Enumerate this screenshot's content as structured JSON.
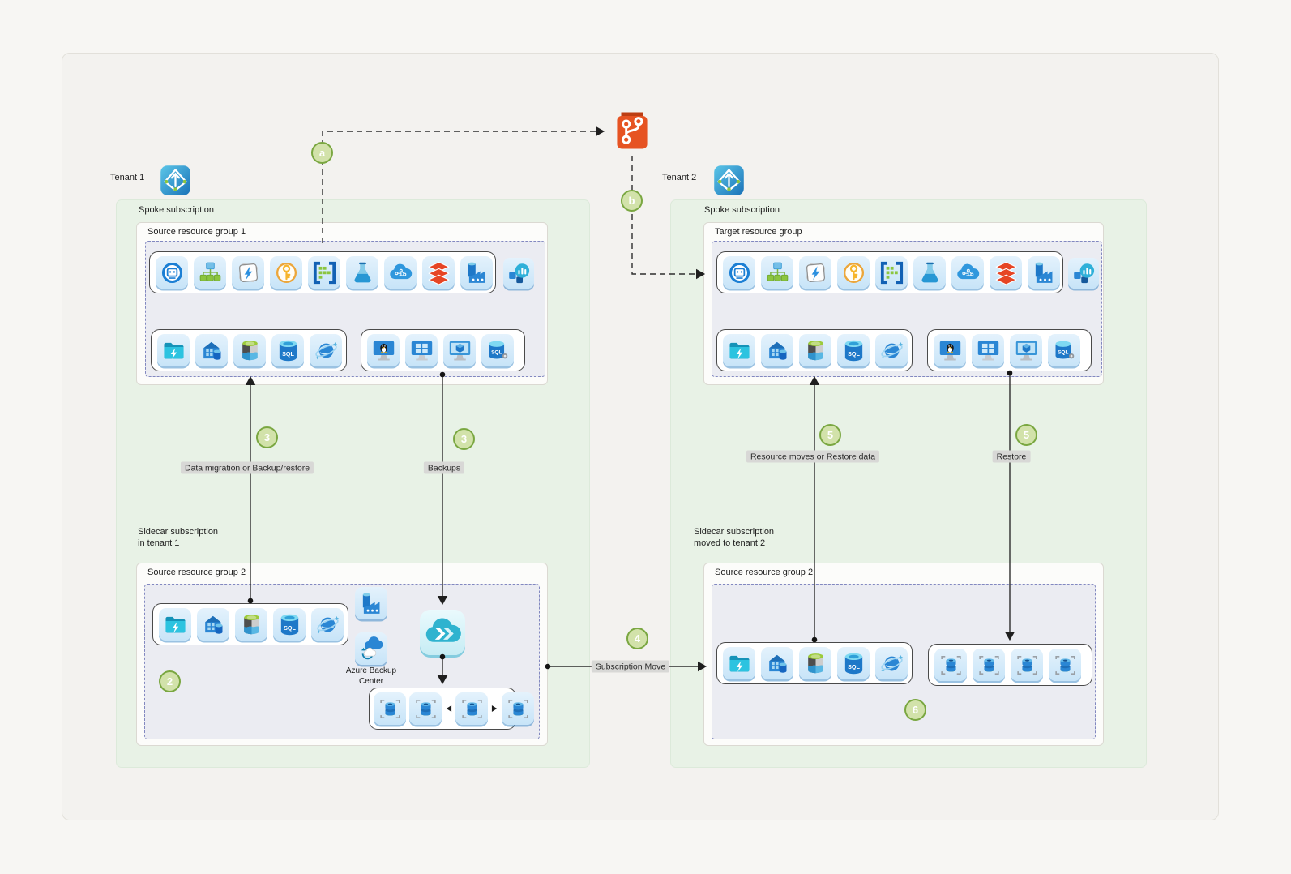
{
  "tenants": {
    "t1": {
      "label": "Tenant 1",
      "icon": "entra-id-icon"
    },
    "t2": {
      "label": "Tenant 2",
      "icon": "entra-id-icon"
    }
  },
  "hub": {
    "git_icon": "git-repo-icon"
  },
  "left": {
    "spoke_title": "Spoke subscription",
    "rg1": {
      "title": "Source resource group 1",
      "service_icons": [
        "managed-identity-icon",
        "resource-tree-icon",
        "event-lightning-icon",
        "key-vault-icon",
        "data-explorer-icon",
        "ml-flask-icon",
        "ai-cloud-icon",
        "databricks-icon",
        "data-factory-icon"
      ],
      "monitor_icon": "azure-monitor-icon",
      "storage_icons": [
        "files-share-icon",
        "storage-account-icon",
        "data-lake-icon",
        "sql-database-icon",
        "cosmos-db-icon"
      ],
      "vm_icons": [
        "linux-vm-icon",
        "windows-vm-icon",
        "node-vm-icon",
        "sql-vm-icon"
      ]
    },
    "sidecar_line1": "Sidecar subscription",
    "sidecar_line2": "in tenant 1",
    "rg2": {
      "title": "Source resource group 2",
      "storage_icons": [
        "files-share-icon",
        "storage-account-icon",
        "data-lake-icon",
        "sql-database-icon",
        "cosmos-db-icon"
      ],
      "data_factory_icon": "data-factory-icon",
      "backup_center_icon": "backup-center-icon",
      "backup_center_caption_1": "Azure Backup",
      "backup_center_caption_2": "Center",
      "site_recovery_icon": "site-recovery-icon",
      "snapshot_icons": [
        "disk-snapshot-icon",
        "disk-snapshot-icon",
        "flow-left-arrow",
        "disk-snapshot-icon",
        "flow-right-arrow",
        "disk-snapshot-icon"
      ]
    }
  },
  "right": {
    "spoke_title": "Spoke subscription",
    "rg1": {
      "title": "Target resource group",
      "service_icons": [
        "managed-identity-icon",
        "resource-tree-icon",
        "event-lightning-icon",
        "key-vault-icon",
        "data-explorer-icon",
        "ml-flask-icon",
        "ai-cloud-icon",
        "databricks-icon",
        "data-factory-icon"
      ],
      "monitor_icon": "azure-monitor-icon",
      "storage_icons": [
        "files-share-icon",
        "storage-account-icon",
        "data-lake-icon",
        "sql-database-icon",
        "cosmos-db-icon"
      ],
      "vm_icons": [
        "linux-vm-icon",
        "windows-vm-icon",
        "node-vm-icon",
        "sql-vm-icon"
      ]
    },
    "sidecar_line1": "Sidecar subscription",
    "sidecar_line2": "moved to tenant 2",
    "rg2": {
      "title": "Source resource group 2",
      "storage_icons": [
        "files-share-icon",
        "storage-account-icon",
        "data-lake-icon",
        "sql-database-icon",
        "cosmos-db-icon"
      ],
      "snapshot_icons": [
        "disk-snapshot-icon",
        "disk-snapshot-icon",
        "disk-snapshot-icon",
        "disk-snapshot-icon"
      ]
    }
  },
  "steps": {
    "a": "a",
    "b": "b",
    "s2": "2",
    "s3_left": "3",
    "s3_right": "3",
    "s4": "4",
    "s5_left": "5",
    "s5_right": "5",
    "s6": "6"
  },
  "labels": {
    "migration": "Data migration or Backup/restore",
    "backups": "Backups",
    "subscription_move": "Subscription Move",
    "resource_moves": "Resource moves or Restore data",
    "restore": "Restore"
  },
  "colors": {
    "step_fill": "#d2e2aa",
    "step_border": "#7aa741",
    "pill_bg": "#d8d8d6",
    "panel_green": "#e8f2e6",
    "dashed_border": "#8288c0",
    "git_orange": "#e65322"
  }
}
